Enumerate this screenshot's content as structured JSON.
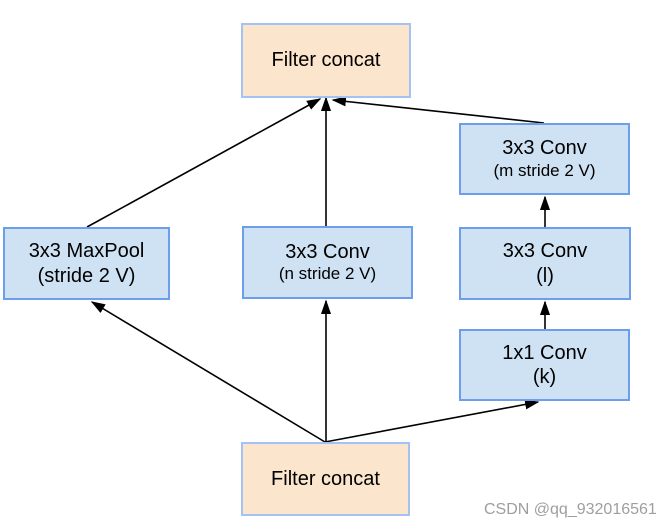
{
  "diagram": {
    "watermark": "CSDN @qq_932016561",
    "nodes": {
      "filter_concat_top": {
        "label": "Filter concat"
      },
      "maxpool": {
        "label": "3x3 MaxPool",
        "sublabel": "(stride 2 V)"
      },
      "conv_n": {
        "label": "3x3 Conv",
        "sublabel": "(n stride 2 V)"
      },
      "conv_m": {
        "label": "3x3 Conv",
        "sublabel": "(m stride 2 V)"
      },
      "conv_l": {
        "label": "3x3 Conv",
        "sublabel": "(l)"
      },
      "conv_k": {
        "label": "1x1 Conv",
        "sublabel": "(k)"
      },
      "filter_concat_bottom": {
        "label": "Filter concat"
      }
    },
    "edges": [
      {
        "from": "maxpool",
        "to": "filter_concat_top"
      },
      {
        "from": "conv_n",
        "to": "filter_concat_top"
      },
      {
        "from": "conv_m",
        "to": "filter_concat_top"
      },
      {
        "from": "conv_l",
        "to": "conv_m"
      },
      {
        "from": "conv_k",
        "to": "conv_l"
      },
      {
        "from": "filter_concat_bottom",
        "to": "maxpool"
      },
      {
        "from": "filter_concat_bottom",
        "to": "conv_n"
      },
      {
        "from": "filter_concat_bottom",
        "to": "conv_k"
      }
    ],
    "colors": {
      "concat_fill": "#fce5cd",
      "concat_border": "#a4c2f4",
      "conv_fill": "#cfe2f3",
      "conv_border": "#6d9eeb",
      "arrow_color": "#000000",
      "watermark_color": "#9e9e9e"
    }
  }
}
